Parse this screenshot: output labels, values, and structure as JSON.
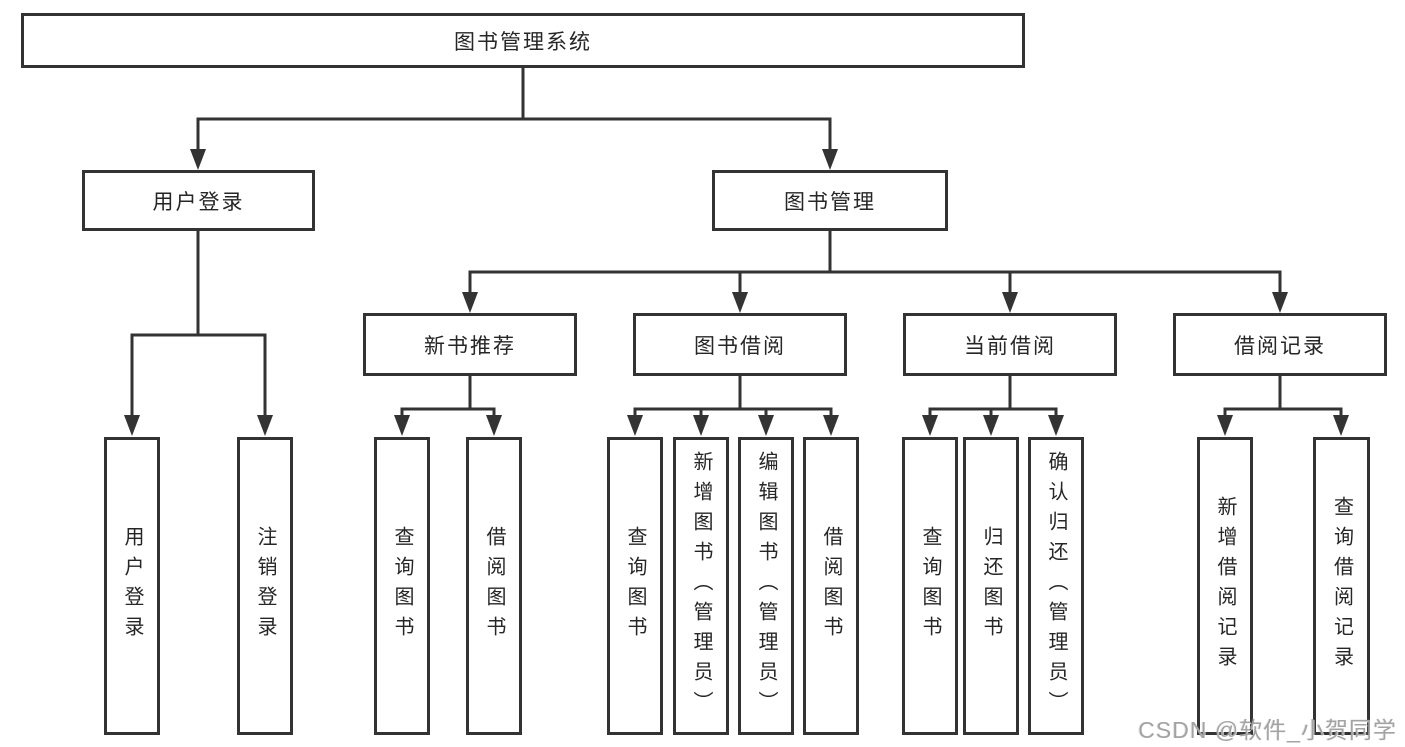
{
  "tree": {
    "root": "图书管理系统",
    "user_login": {
      "label": "用户登录",
      "children": [
        "用户登录",
        "注销登录"
      ]
    },
    "book_management": {
      "label": "图书管理",
      "sections": [
        {
          "label": "新书推荐",
          "children": [
            "查询图书",
            "借阅图书"
          ]
        },
        {
          "label": "图书借阅",
          "children": [
            "查询图书",
            "新增图书（管理员）",
            "编辑图书（管理员）",
            "借阅图书"
          ]
        },
        {
          "label": "当前借阅",
          "children": [
            "查询图书",
            "归还图书",
            "确认归还（管理员）"
          ]
        },
        {
          "label": "借阅记录",
          "children": [
            "新增借阅记录",
            "查询借阅记录"
          ]
        }
      ]
    }
  },
  "watermark": {
    "text": "CSDN @软件_小贺同学"
  },
  "colors": {
    "line": "#333333",
    "box-border": "#333333",
    "box-bg": "#ffffff",
    "page-bg": "#ffffff",
    "text": "#262626",
    "watermark": "#a3a3a3"
  }
}
